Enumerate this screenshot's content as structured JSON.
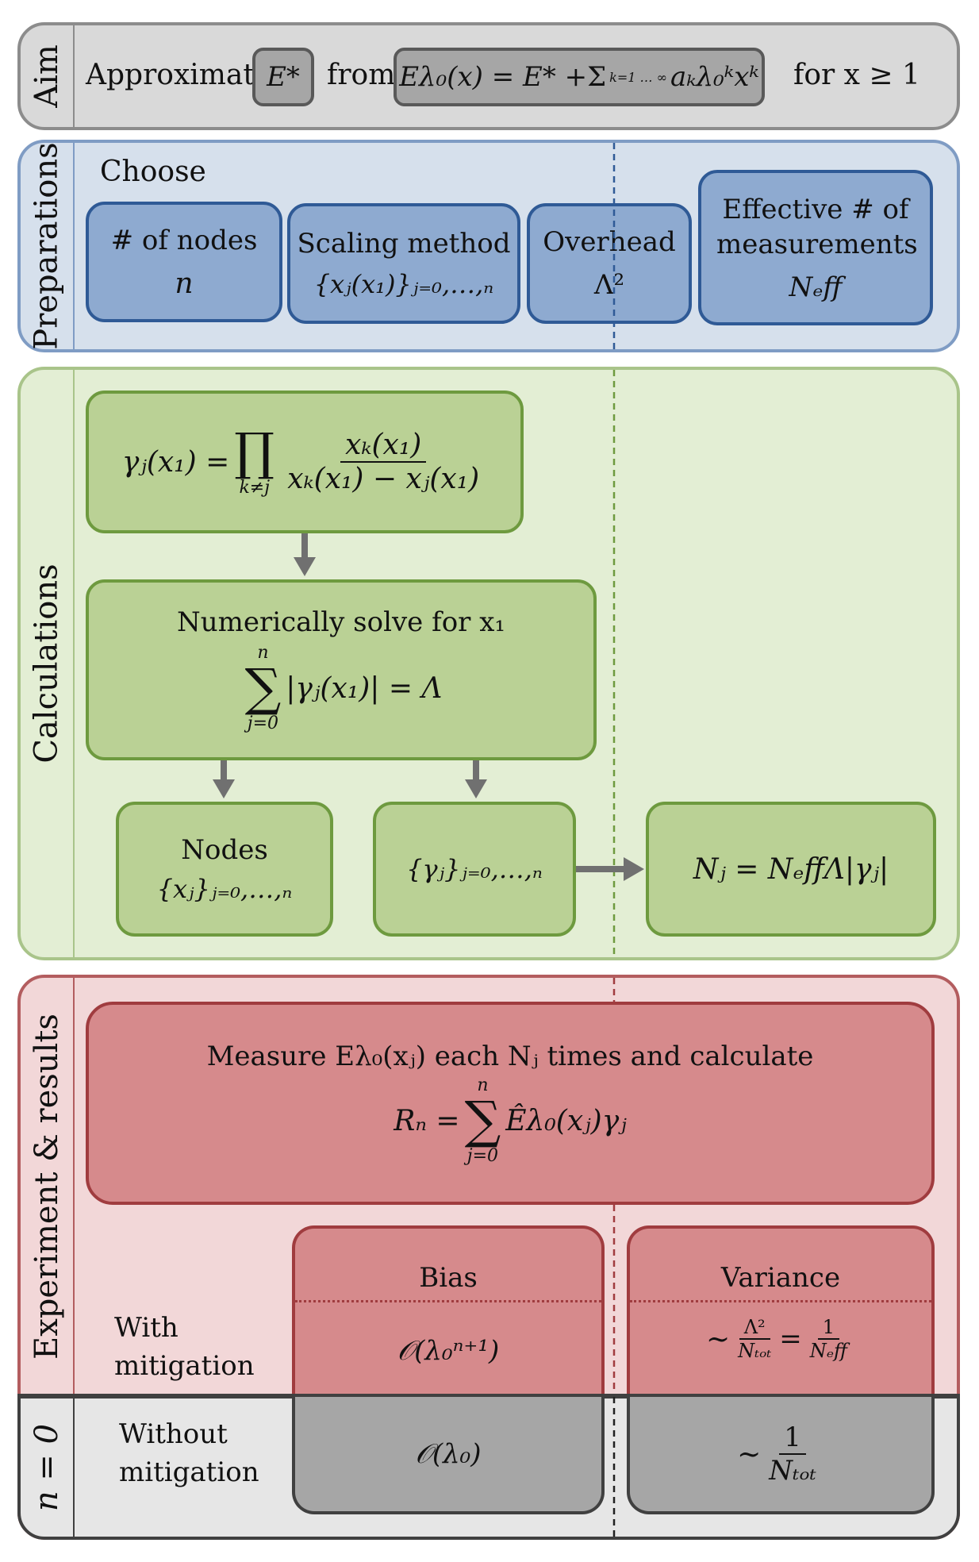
{
  "aim": {
    "section_label": "Aim",
    "approximate": "Approximate",
    "target_symbol": "E*",
    "from": "from",
    "model_lhs": "Eλ₀(x) = E* + ",
    "model_sum": "Σ",
    "model_sum_limits": "k=1 … ∞",
    "model_rhs": "aₖλ₀ᵏxᵏ",
    "condition": "for  x ≥ 1"
  },
  "preparations": {
    "section_label": "Preparations",
    "choose": "Choose",
    "boxes": [
      {
        "title": "# of nodes",
        "value": "n"
      },
      {
        "title": "Scaling method",
        "value": "{xⱼ(x₁)}ⱼ₌₀,…,ₙ"
      },
      {
        "title": "Overhead",
        "value": "Λ²"
      },
      {
        "title": "Effective # of measurements",
        "value": "Nₑff"
      }
    ]
  },
  "calculations": {
    "section_label": "Calculations",
    "gamma_lhs": "γⱼ(x₁) =",
    "gamma_prod": "∏",
    "gamma_prod_index": "k≠j",
    "gamma_num": "xₖ(x₁)",
    "gamma_den": "xₖ(x₁) − xⱼ(x₁)",
    "solve_title": "Numerically solve for x₁",
    "solve_sum": "∑",
    "solve_sum_top": "n",
    "solve_sum_bottom": "j=0",
    "solve_rhs": "|γⱼ(x₁)| = Λ",
    "nodes_title": "Nodes",
    "nodes_value": "{xⱼ}ⱼ₌₀,…,ₙ",
    "gammas_value": "{γⱼ}ⱼ₌₀,…,ₙ",
    "nj_formula": "Nⱼ = NₑffΛ|γⱼ|"
  },
  "experiment": {
    "section_label": "Experiment & results",
    "measure_text": "Measure Eλ₀(xⱼ) each Nⱼ times and calculate",
    "rn_lhs": "Rₙ =",
    "rn_sum": "∑",
    "rn_sum_top": "n",
    "rn_sum_bottom": "j=0",
    "rn_rhs": "Êλ₀(xⱼ)γⱼ",
    "bias_header": "Bias",
    "variance_header": "Variance",
    "with_mitigation": "With mitigation",
    "bias_with": "𝒪(λ₀ⁿ⁺¹)",
    "variance_with_num1": "Λ²",
    "variance_with_den1": "Nₜₒₜ",
    "variance_with_num2": "1",
    "variance_with_den2": "Nₑff",
    "tilde": "~",
    "equals": "="
  },
  "no_mitigation": {
    "section_label": "n = 0",
    "without_mitigation": "Without mitigation",
    "bias_without": "𝒪(λ₀)",
    "variance_without_num": "1",
    "variance_without_den": "Nₜₒₜ"
  },
  "colors": {
    "aim_bg": "#d9d9d9",
    "aim_border": "#8c8c8c",
    "aim_box": "#a6a6a6",
    "aim_box_border": "#595959",
    "prep_bg": "#d6e0ec",
    "prep_border": "#7f9cc4",
    "prep_box": "#8eaad0",
    "prep_box_border": "#2f5a96",
    "calc_bg": "#e3eed4",
    "calc_border": "#a9c48a",
    "calc_box": "#bad195",
    "calc_box_border": "#6e9a3f",
    "exp_bg": "#f2d7d8",
    "exp_border": "#b35d5f",
    "exp_box": "#d68a8c",
    "exp_box_border": "#a03c3f",
    "none_bg": "#e6e6e6",
    "none_border": "#404040",
    "none_box": "#a6a6a6",
    "none_box_border": "#404040"
  }
}
